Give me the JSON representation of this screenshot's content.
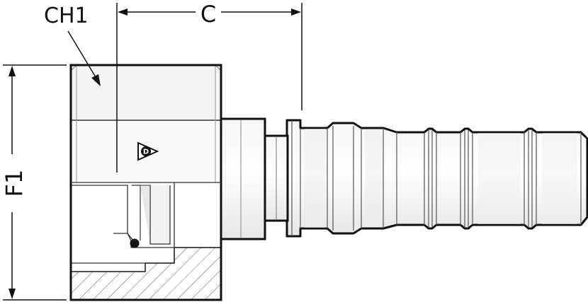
{
  "labels": {
    "ch1": "CH1",
    "c": "C",
    "f1": "F1"
  },
  "icons": {
    "logo": "dunlop-d-arrow-logo"
  },
  "colors": {
    "outline": "#111111",
    "body_fill": "#f2f2f2",
    "band_fill": "#e4e4e4",
    "shade": "#c8c8c8",
    "hatch": "#555555",
    "background": "#ffffff"
  }
}
